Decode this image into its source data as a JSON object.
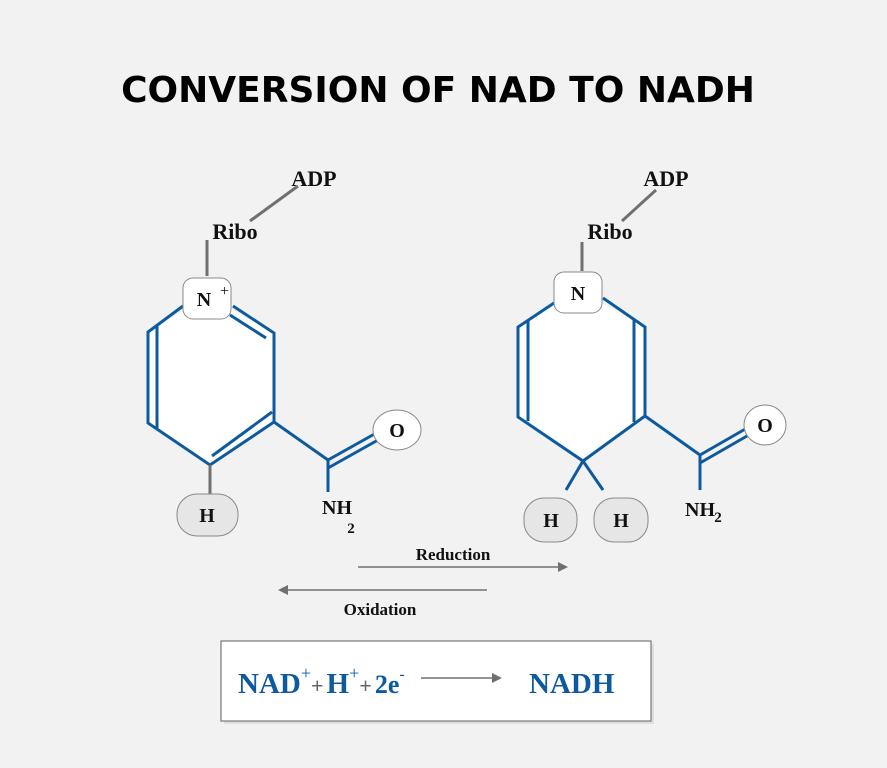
{
  "title": "CONVERSION OF NAD TO NADH",
  "nad": {
    "adp": "ADP",
    "ribo": "Ribo",
    "n": "N",
    "n_charge": "+",
    "o": "O",
    "nh": "NH",
    "sub2": "2",
    "h": "H"
  },
  "nadh": {
    "adp": "ADP",
    "ribo": "Ribo",
    "n": "N",
    "o": "O",
    "nh": "NH",
    "sub2": "2",
    "h1": "H",
    "h2": "H"
  },
  "arrows": {
    "reduction": "Reduction",
    "oxidation": "Oxidation"
  },
  "equation": {
    "nad": "NAD",
    "plus_sup": "+",
    "plus1": "+",
    "h": "H",
    "plus_sup2": "+",
    "plus2": "+",
    "electrons": "2e",
    "minus_sup": "-",
    "product": "NADH"
  },
  "colors": {
    "accent": "#0e5a9e",
    "connector": "#707070"
  }
}
